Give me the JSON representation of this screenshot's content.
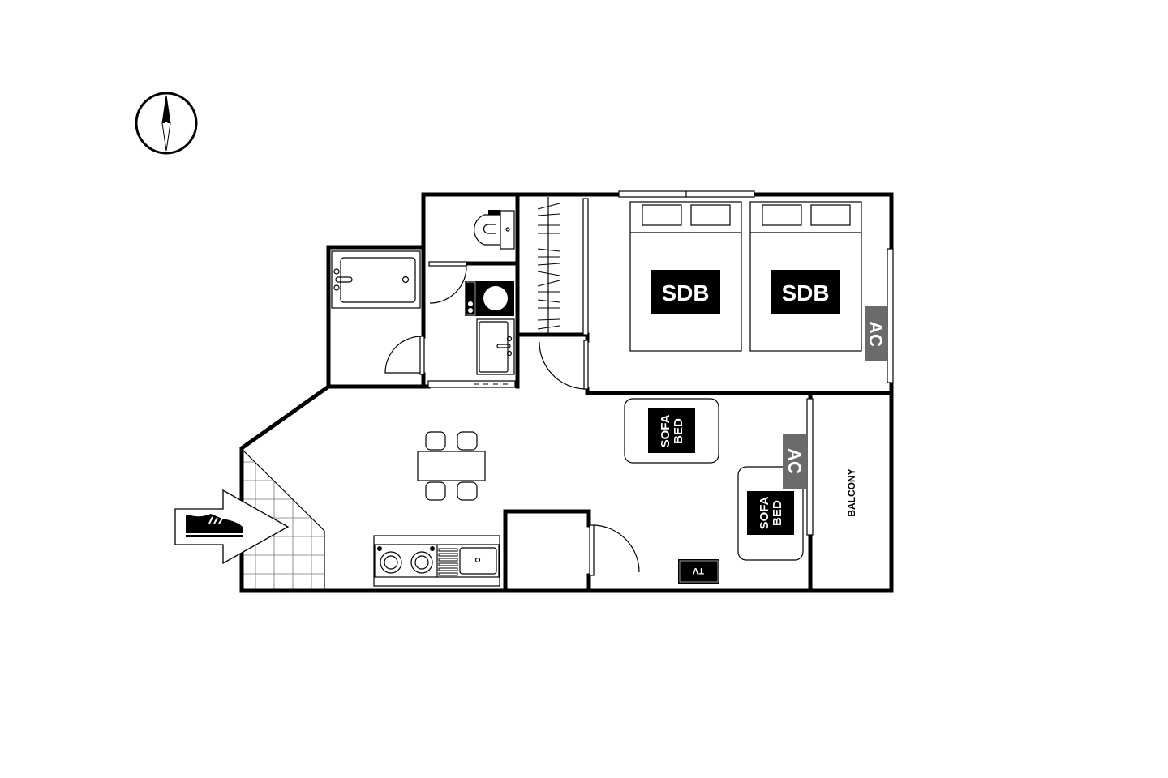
{
  "labels": {
    "bed_1": "SDB",
    "bed_2": "SDB",
    "ac_bedroom": "AC",
    "ac_living": "AC",
    "sofa_bed_1": [
      "SOFA",
      "BED"
    ],
    "sofa_bed_2": [
      "SOFA",
      "BED"
    ],
    "tv": "TV",
    "balcony": "BALCONY"
  },
  "icons": {
    "compass": "compass-north-icon",
    "entrance": "shoe-arrow-icon"
  },
  "colors": {
    "wall": "#000000",
    "ac_box": "#6b6b6b",
    "label_bg": "#000000"
  }
}
